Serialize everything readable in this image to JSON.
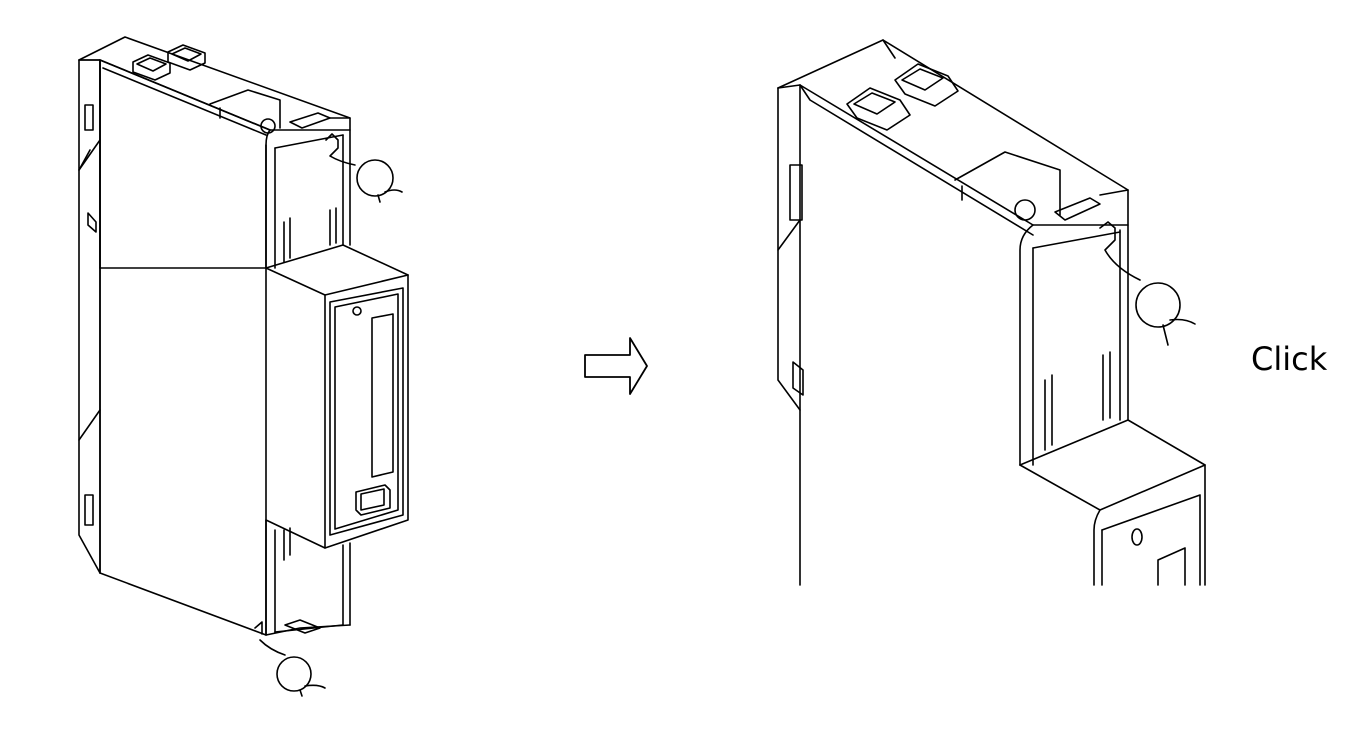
{
  "diagram": {
    "callout_text": "Click",
    "stroke_color": "#000000",
    "background_color": "#ffffff",
    "figures": [
      {
        "name": "meter-full-view",
        "icon": "din-rail-meter"
      },
      {
        "name": "transition-arrow",
        "icon": "right-arrow-icon"
      },
      {
        "name": "meter-top-detail",
        "icon": "din-rail-meter-closeup"
      }
    ]
  }
}
